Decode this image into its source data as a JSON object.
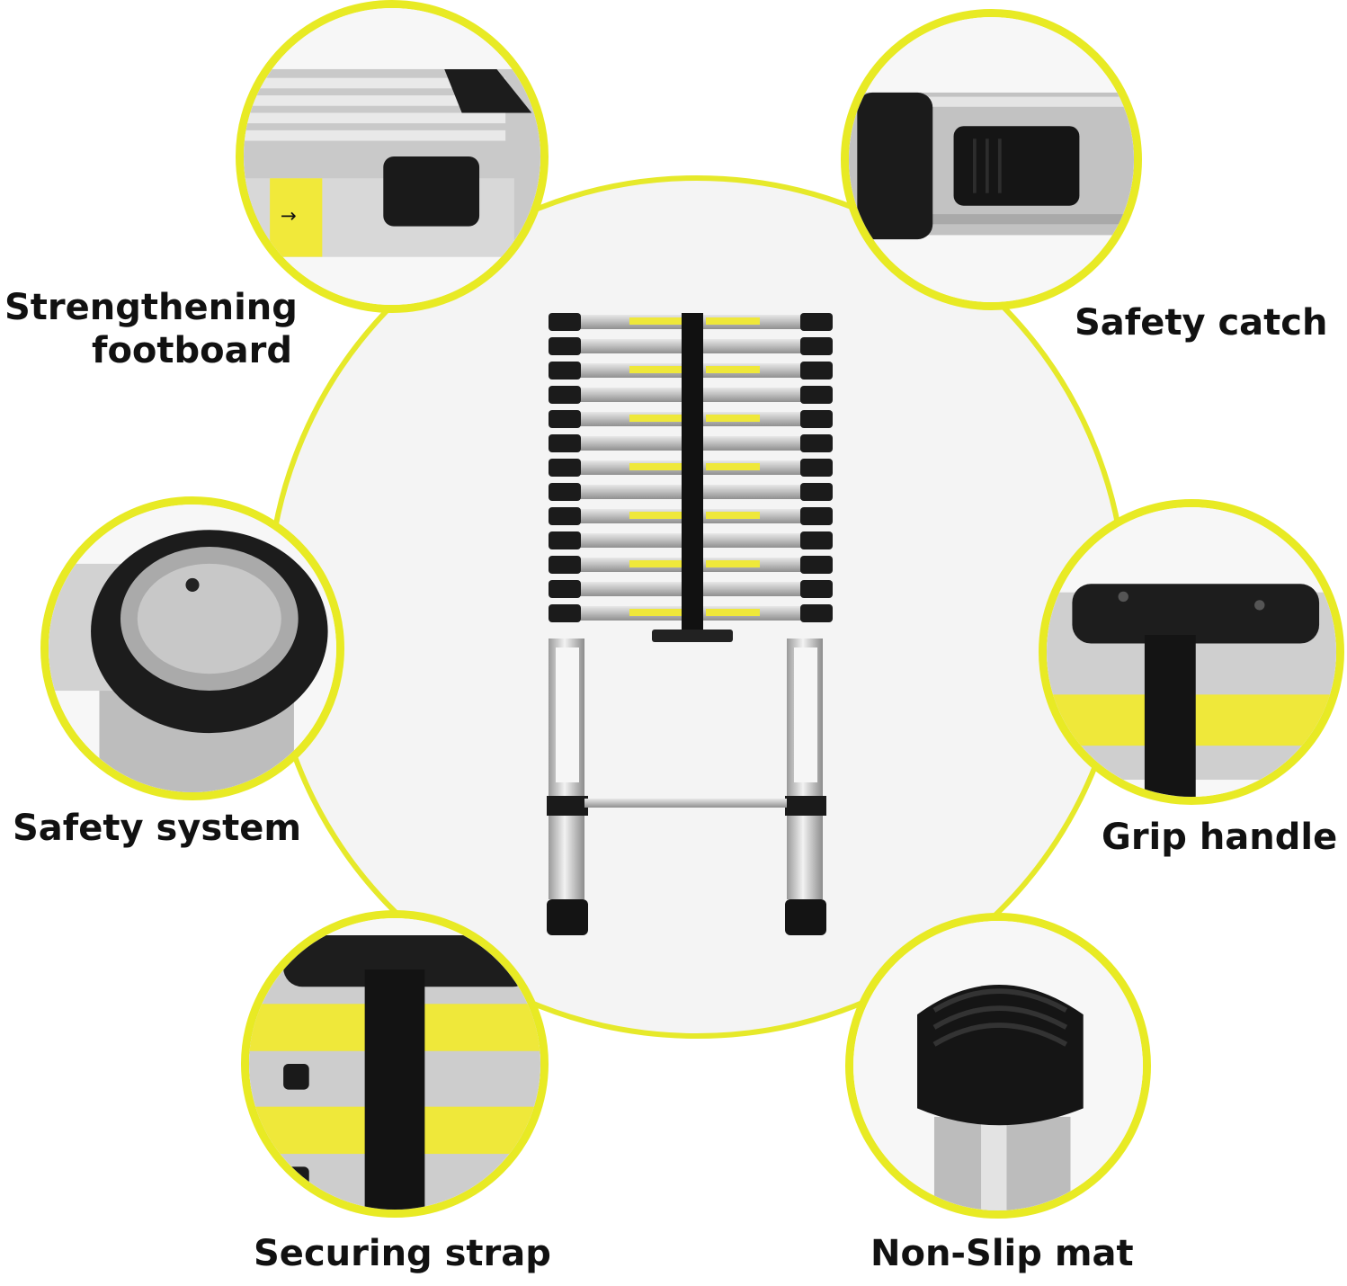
{
  "colors": {
    "ring": "#e8ea24",
    "label": "#111111",
    "background": "#ffffff"
  },
  "features": {
    "strengthening_footboard": {
      "label_line1": "Strengthening",
      "label_line2": "footboard"
    },
    "safety_catch": {
      "label": "Safety catch"
    },
    "safety_system": {
      "label": "Safety system"
    },
    "grip_handle": {
      "label": "Grip handle"
    },
    "securing_strap": {
      "label": "Securing strap"
    },
    "non_slip_mat": {
      "label": "Non-Slip mat"
    }
  }
}
